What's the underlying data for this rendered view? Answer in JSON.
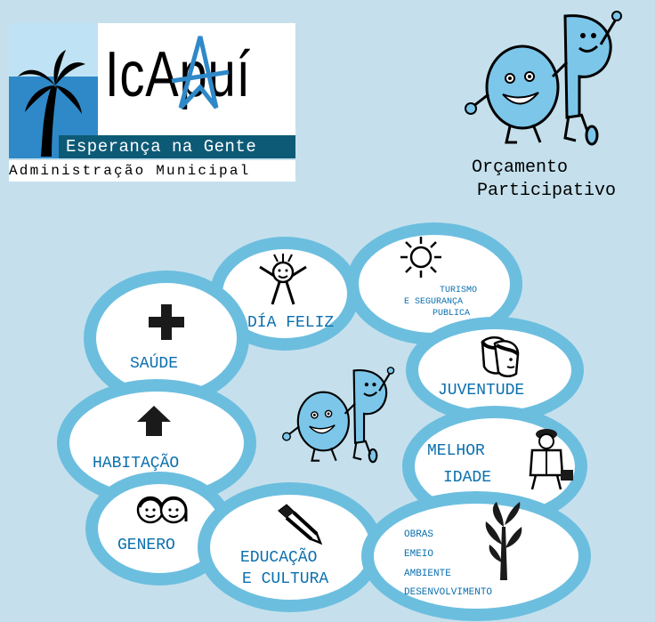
{
  "logo": {
    "title": "IcApuí",
    "slogan": "Esperança na Gente",
    "admin": "Administração Municipal"
  },
  "program": {
    "line1": "Orçamento",
    "line2": "Participativo"
  },
  "themes": {
    "turismo": {
      "line1": "TURISMO",
      "line2": "E SEGURANÇA",
      "line3": "PUBLICA",
      "icon": "sun-icon"
    },
    "dia_feliz": {
      "label": "DÍA FELIZ",
      "icon": "happy-figure-icon"
    },
    "saude": {
      "label": "SAÚDE",
      "icon": "cross-icon"
    },
    "juventude": {
      "label": "JUVENTUDE",
      "icon": "faces-icon"
    },
    "habitacao": {
      "label": "HABITAÇÃO",
      "icon": "house-arrow-icon"
    },
    "melhor_idade": {
      "line1": "MELHOR",
      "line2": "IDADE",
      "icon": "elderly-man-icon"
    },
    "genero": {
      "label": "GENERO",
      "icon": "couple-icon"
    },
    "educacao": {
      "line1": "EDUCAÇÃO",
      "line2": "E CULTURA",
      "icon": "pencil-icon"
    },
    "obras": {
      "line1": "OBRAS",
      "line2": "EMEIO",
      "line3": "AMBIENTE",
      "line4": "DESENVOLVIMENTO",
      "icon": "plant-icon"
    }
  },
  "colors": {
    "background": "#c5e0ec",
    "ellipse_border": "#6cbedf",
    "label_blue": "#0b6fae",
    "mascot_blue": "#7cc6ea",
    "logo_band": "#0d5a76"
  }
}
